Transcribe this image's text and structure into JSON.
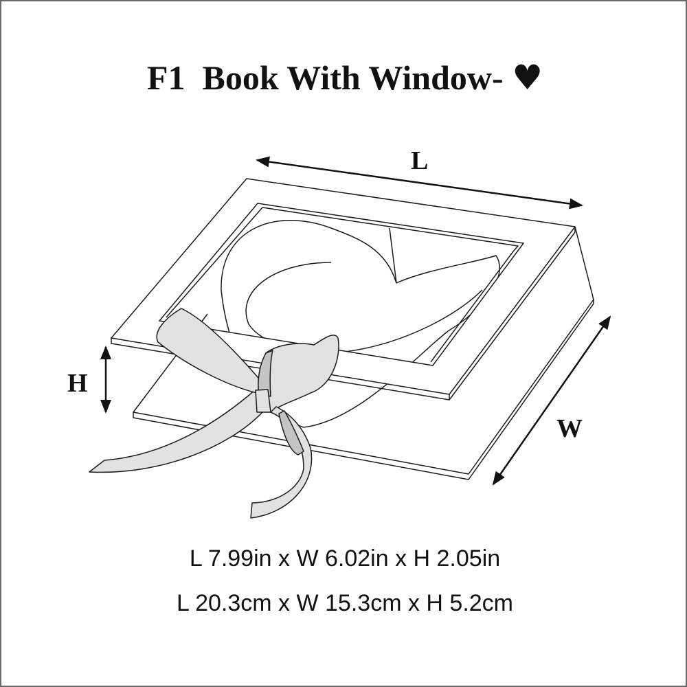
{
  "title": {
    "text": "F1  Book With Window- ",
    "symbol": "♥"
  },
  "labels": {
    "length": "L",
    "width": "W",
    "height": "H"
  },
  "dimensions": {
    "inches": "L 7.99in x W 6.02in x H 2.05in",
    "centimeters": "L 20.3cm x W 15.3cm x H 5.2cm"
  },
  "colors": {
    "line": "#1a1a1a",
    "ribbon": "#e2e2e2",
    "ribbon_shade": "#c4c4c4",
    "border": "#6a6a6a"
  }
}
